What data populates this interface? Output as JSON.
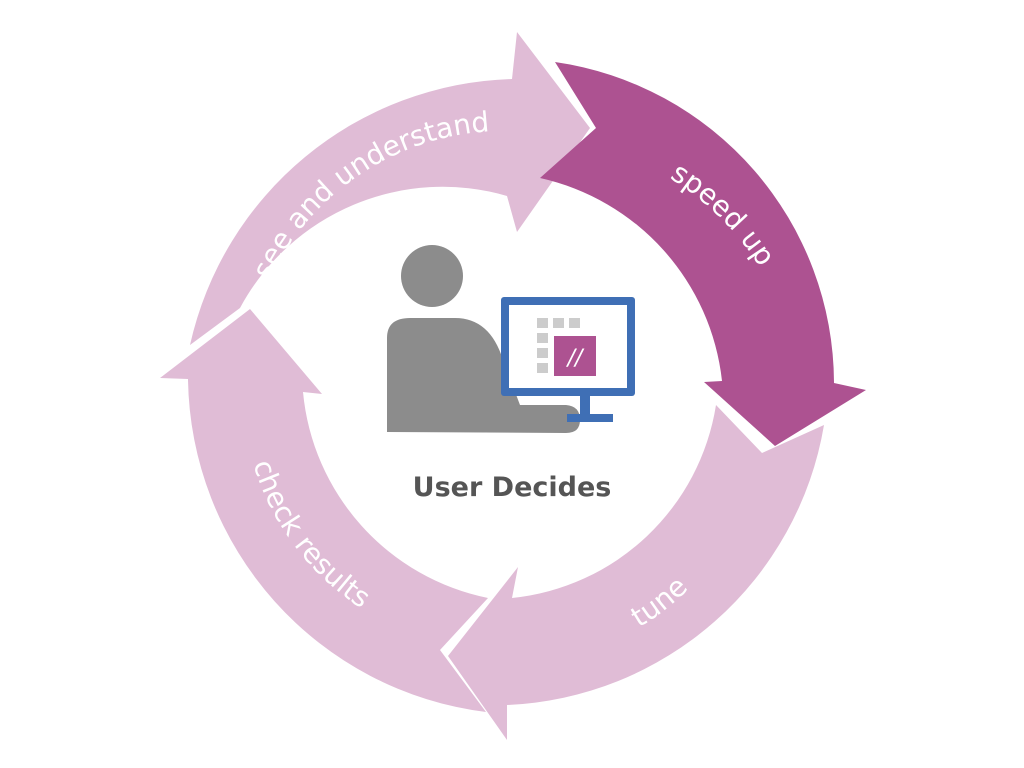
{
  "diagram": {
    "center_label": "User Decides",
    "cycle_steps": [
      {
        "label": "see and understand",
        "color": "#e0bcd6",
        "highlighted": false
      },
      {
        "label": "speed up",
        "color": "#ad5291",
        "highlighted": true
      },
      {
        "label": "tune",
        "color": "#e0bcd6",
        "highlighted": false
      },
      {
        "label": "check results",
        "color": "#e0bcd6",
        "highlighted": false
      }
    ],
    "center_icon": {
      "name": "user-at-computer-icon",
      "screen_glyph": "//",
      "person_color": "#8c8c8c",
      "monitor_color": "#3f6fb5",
      "accent_color": "#ad5291"
    }
  }
}
